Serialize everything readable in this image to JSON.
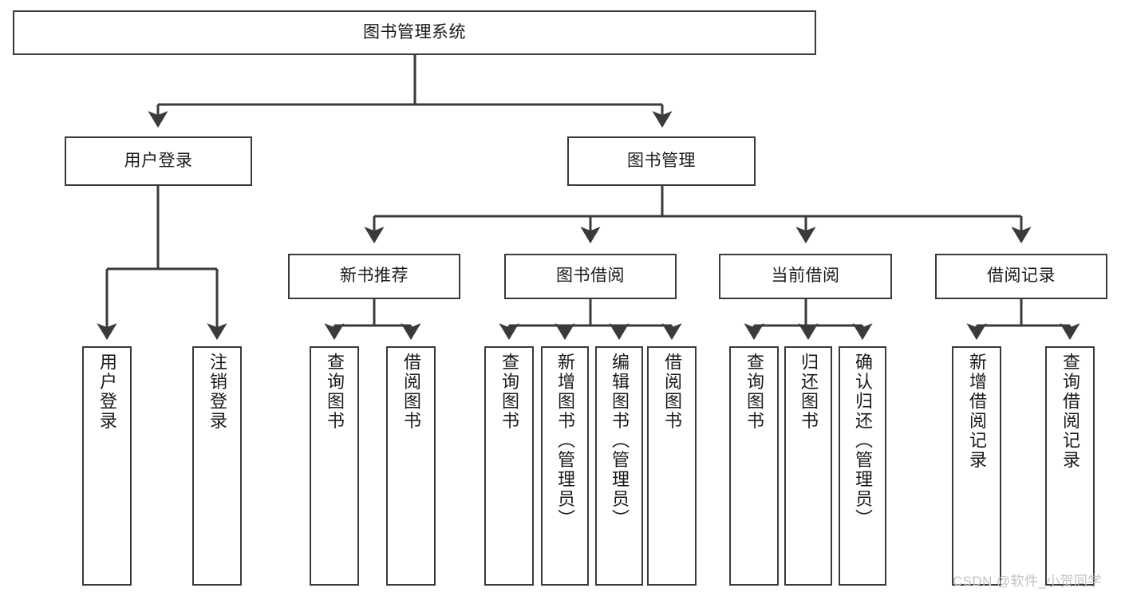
{
  "diagram": {
    "title": "图书管理系统",
    "type": "tree-hierarchy-chart",
    "root": {
      "id": "root",
      "label": "图书管理系统"
    },
    "level1": [
      {
        "id": "user-login",
        "label": "用户登录"
      },
      {
        "id": "book-management",
        "label": "图书管理"
      }
    ],
    "level2": [
      {
        "id": "new-book-recommend",
        "label": "新书推荐",
        "parent": "book-management"
      },
      {
        "id": "book-borrow",
        "label": "图书借阅",
        "parent": "book-management"
      },
      {
        "id": "current-borrow",
        "label": "当前借阅",
        "parent": "book-management"
      },
      {
        "id": "borrow-record",
        "label": "借阅记录",
        "parent": "book-management"
      }
    ],
    "leaves": [
      {
        "id": "leaf-user-login",
        "label": "用户登录",
        "parent": "user-login"
      },
      {
        "id": "leaf-logout-login",
        "label": "注销登录",
        "parent": "user-login"
      },
      {
        "id": "leaf-query-book-1",
        "label": "查询图书",
        "parent": "new-book-recommend"
      },
      {
        "id": "leaf-borrow-book-1",
        "label": "借阅图书",
        "parent": "new-book-recommend"
      },
      {
        "id": "leaf-query-book-2",
        "label": "查询图书",
        "parent": "book-borrow"
      },
      {
        "id": "leaf-add-book",
        "label": "新增图书（管理员）",
        "parent": "book-borrow"
      },
      {
        "id": "leaf-edit-book",
        "label": "编辑图书（管理员）",
        "parent": "book-borrow"
      },
      {
        "id": "leaf-borrow-book-2",
        "label": "借阅图书",
        "parent": "book-borrow"
      },
      {
        "id": "leaf-query-book-3",
        "label": "查询图书",
        "parent": "current-borrow"
      },
      {
        "id": "leaf-return-book",
        "label": "归还图书",
        "parent": "current-borrow"
      },
      {
        "id": "leaf-confirm-return",
        "label": "确认归还（管理员）",
        "parent": "current-borrow"
      },
      {
        "id": "leaf-add-record",
        "label": "新增借阅记录",
        "parent": "borrow-record"
      },
      {
        "id": "leaf-query-record",
        "label": "查询借阅记录",
        "parent": "borrow-record"
      }
    ]
  },
  "watermark": {
    "text": "CSDN @软件_小贺同学"
  },
  "colors": {
    "stroke": "#3a3a3a",
    "fill": "#ffffff",
    "text": "#1a1a1a",
    "watermark": "#c2c2c2"
  }
}
